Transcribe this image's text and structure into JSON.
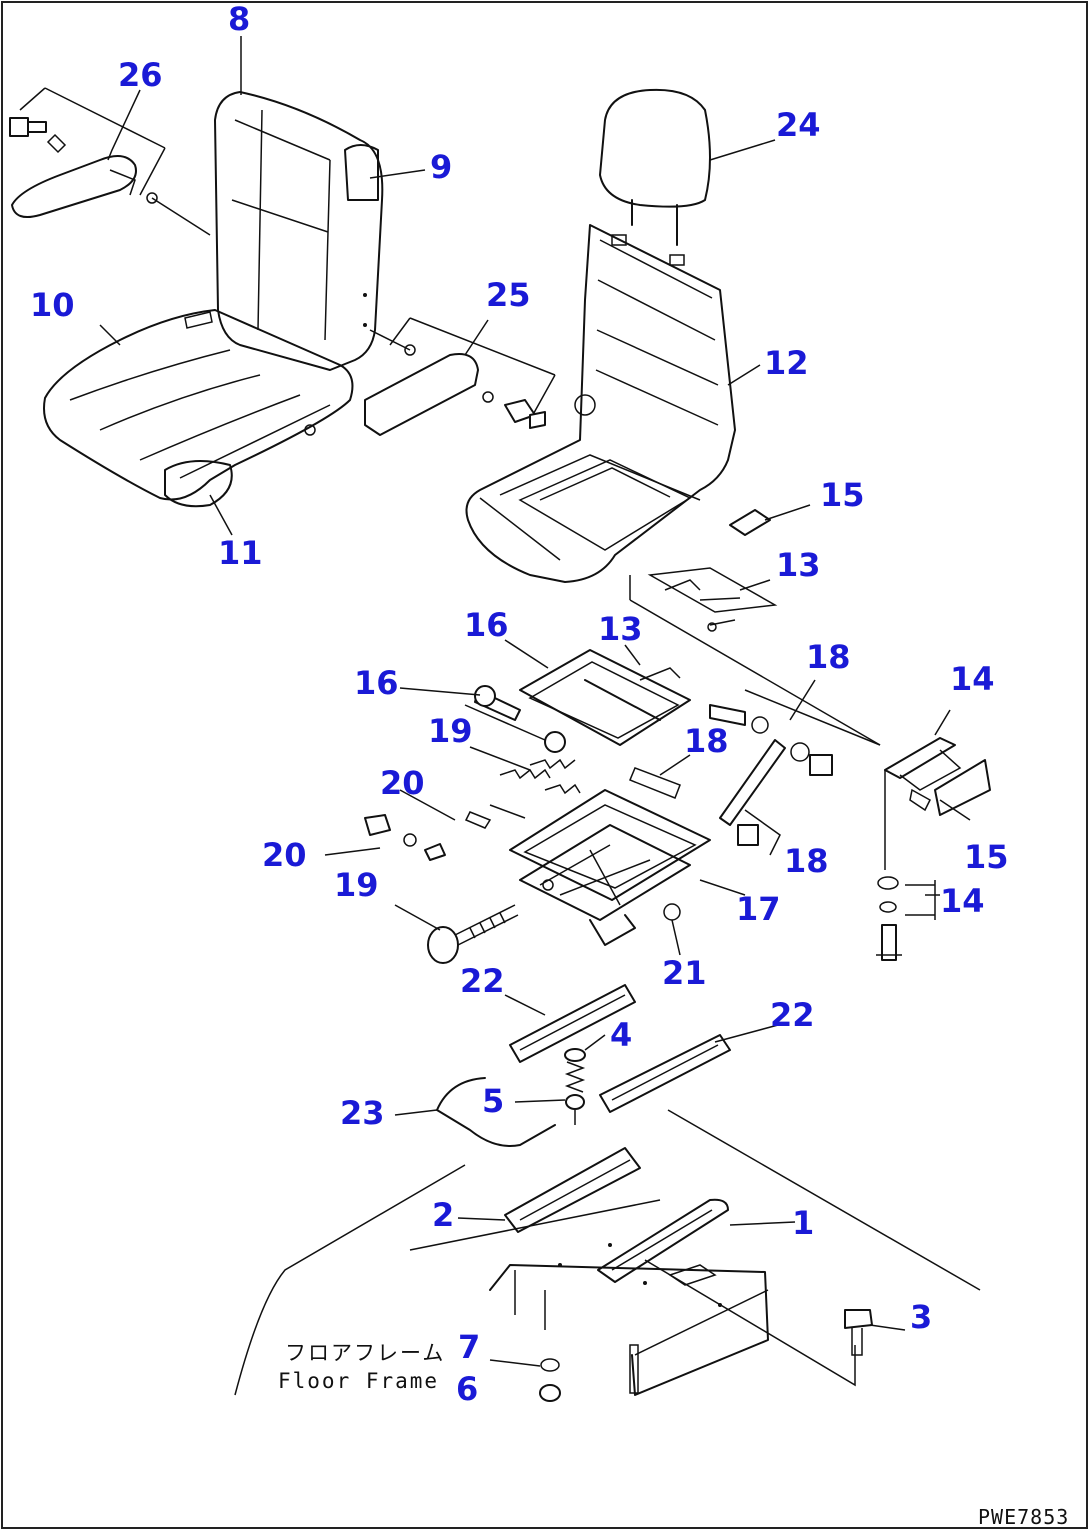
{
  "drawing_code": "PWE7853",
  "floor_label_jp": "フロアフレーム",
  "floor_label_en": "Floor Frame",
  "callouts": {
    "c1": "1",
    "c2": "2",
    "c3": "3",
    "c4": "4",
    "c5": "5",
    "c6": "6",
    "c7": "7",
    "c8": "8",
    "c9": "9",
    "c10": "10",
    "c11": "11",
    "c12": "12",
    "c13a": "13",
    "c13b": "13",
    "c14a": "14",
    "c14b": "14",
    "c15a": "15",
    "c15b": "15",
    "c16a": "16",
    "c16b": "16",
    "c17": "17",
    "c18a": "18",
    "c18b": "18",
    "c18c": "18",
    "c19a": "19",
    "c19b": "19",
    "c20a": "20",
    "c20b": "20",
    "c21": "21",
    "c22a": "22",
    "c22b": "22",
    "c23": "23",
    "c24": "24",
    "c25": "25",
    "c26": "26"
  }
}
